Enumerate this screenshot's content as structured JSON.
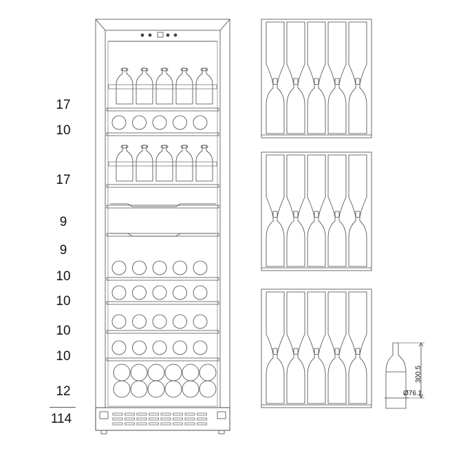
{
  "shelf_capacities": [
    {
      "id": "shelf-1",
      "label": "17"
    },
    {
      "id": "shelf-2",
      "label": "10"
    },
    {
      "id": "shelf-3",
      "label": "17"
    },
    {
      "id": "shelf-4",
      "label": "9"
    },
    {
      "id": "shelf-5",
      "label": "9"
    },
    {
      "id": "shelf-6",
      "label": "10"
    },
    {
      "id": "shelf-7",
      "label": "10"
    },
    {
      "id": "shelf-8",
      "label": "10"
    },
    {
      "id": "shelf-9",
      "label": "10"
    },
    {
      "id": "shelf-10",
      "label": "12"
    }
  ],
  "total_capacity": "114",
  "bottle_dimensions": {
    "height": "300.5",
    "diameter": "Ø76.1"
  }
}
